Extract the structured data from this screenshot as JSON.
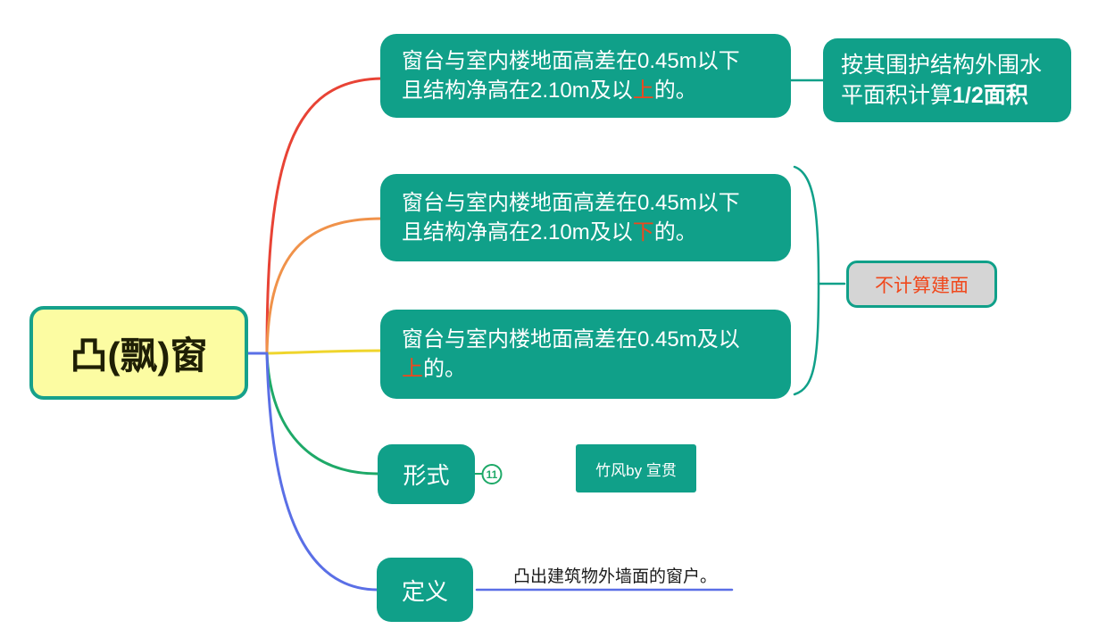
{
  "palette": {
    "node_teal": "#10A089",
    "root_fill": "#FCFCA2",
    "root_border": "#16A18B",
    "accent_red": "#F0481C",
    "gray_fill": "#D5D5D5",
    "branch_red": "#E84335",
    "branch_orange": "#F0924A",
    "branch_yellow": "#EFD52C",
    "branch_green": "#1EA968",
    "branch_blue": "#5A6FE6",
    "connector_teal": "#10A089"
  },
  "root": {
    "label": "凸(飘)窗"
  },
  "nodes": {
    "cond_half": {
      "line1": "窗台与室内楼地面高差在0.45m以下",
      "line2_pre": "且结构净高在2.10m及以",
      "line2_accent": "上",
      "line2_post": "的。"
    },
    "result_half": {
      "line1": "按其围护结构外围水",
      "line2_pre": "平面积计算",
      "line2_bold": "1/2面积"
    },
    "cond_below": {
      "line1": "窗台与室内楼地面高差在0.45m以下",
      "line2_pre": "且结构净高在2.10m及以",
      "line2_accent": "下",
      "line2_post": "的。"
    },
    "cond_above": {
      "line1": "窗台与室内楼地面高差在0.45m及以",
      "line2_accent": "上",
      "line2_post": "的。"
    },
    "result_none": {
      "label": "不计算建面"
    },
    "form": {
      "label": "形式",
      "collapsed_count": "11"
    },
    "definition": {
      "label": "定义",
      "note": "凸出建筑物外墙面的窗户。"
    }
  },
  "watermark": {
    "label": "竹风by 宣贯"
  }
}
